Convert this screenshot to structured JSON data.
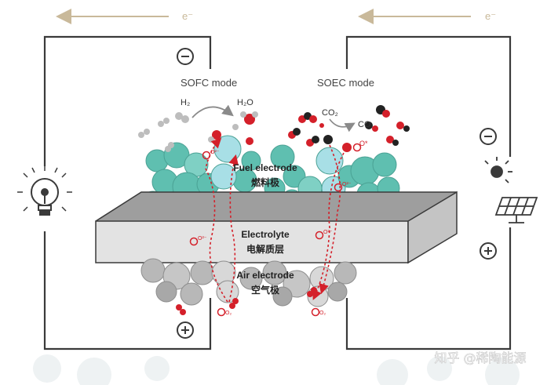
{
  "electron_left": "e⁻",
  "electron_right": "e⁻",
  "sofc": {
    "mode_label": "SOFC mode",
    "reactant": "H₂",
    "product": "H₂O"
  },
  "soec": {
    "mode_label": "SOEC mode",
    "reactant": "CO₂",
    "product": "CO",
    "adsorbed_oxygen": "O*"
  },
  "layers": {
    "fuel_en": "Fuel electrode",
    "fuel_zh": "燃料极",
    "electrolyte_en": "Electrolyte",
    "electrolyte_zh": "电解质层",
    "air_en": "Air electrode",
    "air_zh": "空气极"
  },
  "ions": {
    "oxide": "O²⁻",
    "oxygen_left": "O₂",
    "oxygen_right": "O₂"
  },
  "terminals": {
    "left_top": "⊖",
    "left_bottom": "⊕",
    "right_top": "⊖",
    "right_bottom": "⊕"
  },
  "watermark": "知乎 @稀陶能源",
  "colors": {
    "wire": "#3a3a3a",
    "arrow": "#c9b99a",
    "fuel": "#5fbfb0",
    "fuel_light": "#a8dfe6",
    "electrolyte_top": "#9e9e9e",
    "electrolyte_front": "#e3e3e3",
    "air": "#b8b8b8",
    "oxygen_red": "#d4202a"
  }
}
